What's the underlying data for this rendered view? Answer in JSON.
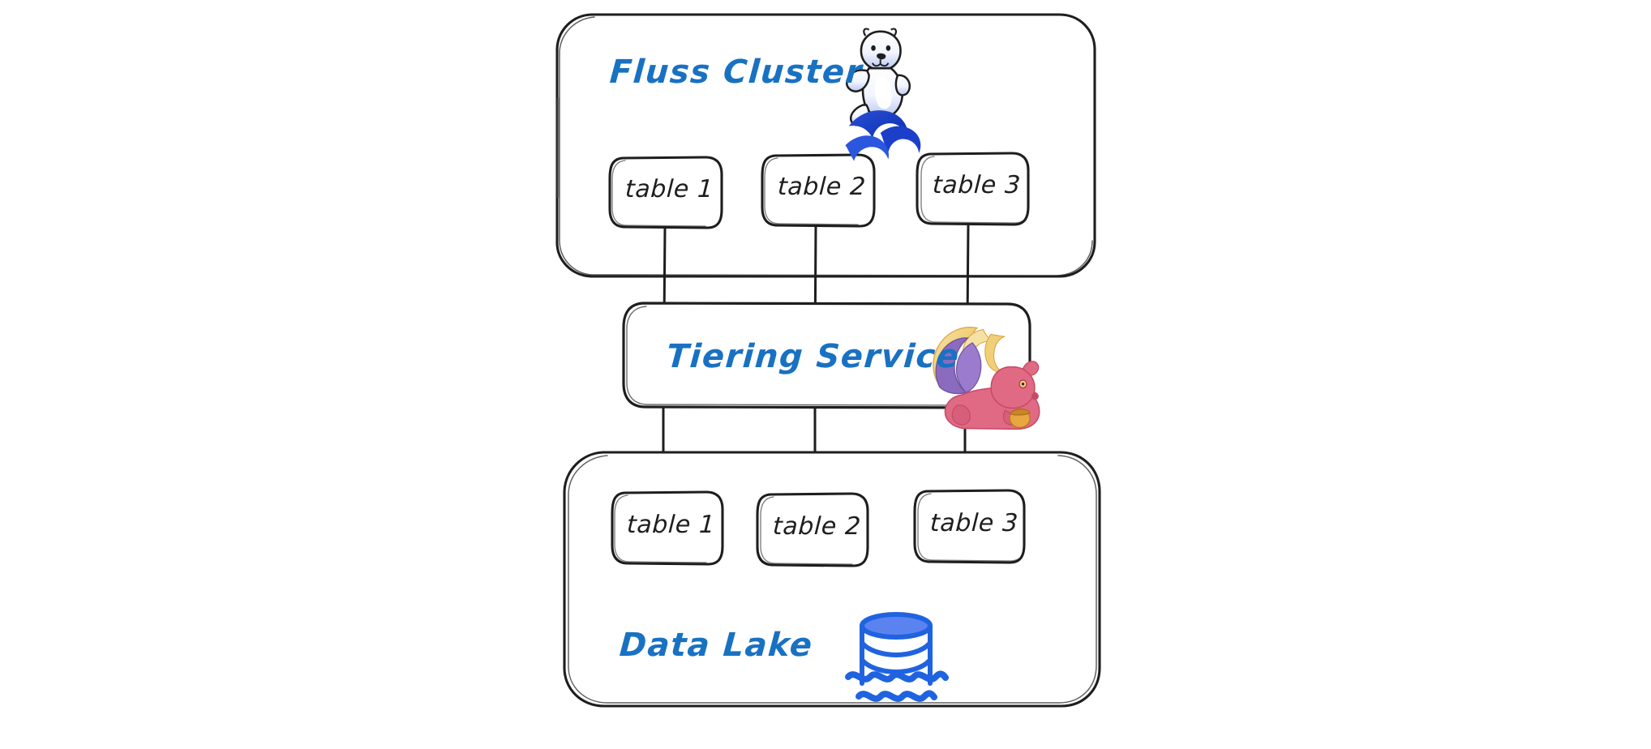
{
  "diagram": {
    "title": "Fluss Cluster to Data Lake tiering architecture",
    "background": "#ffffff",
    "stroke_color": "#1e1e1e",
    "accent_color": "#1971c2",
    "flink_color": "#e6526f",
    "fluss_color": "#1f42c4"
  },
  "fluss_cluster": {
    "label": "Fluss Cluster",
    "icon": "fluss-seal-wave-logo",
    "tables": [
      {
        "label": "table 1"
      },
      {
        "label": "table 2"
      },
      {
        "label": "table 3"
      }
    ]
  },
  "tiering_service": {
    "label": "Tiering Service",
    "icon": "apache-flink-squirrel-logo"
  },
  "data_lake": {
    "label": "Data Lake",
    "icon": "database-cylinder-water-icon",
    "tables": [
      {
        "label": "table 1"
      },
      {
        "label": "table 2"
      },
      {
        "label": "table 3"
      }
    ]
  },
  "connectors": {
    "cluster_to_tiering": [
      {
        "name": "table-1-to-tiering"
      },
      {
        "name": "table-2-to-tiering"
      },
      {
        "name": "table-3-to-tiering"
      }
    ],
    "tiering_to_lake": [
      {
        "name": "tiering-to-table-1"
      },
      {
        "name": "tiering-to-table-2"
      },
      {
        "name": "tiering-to-table-3"
      }
    ]
  }
}
